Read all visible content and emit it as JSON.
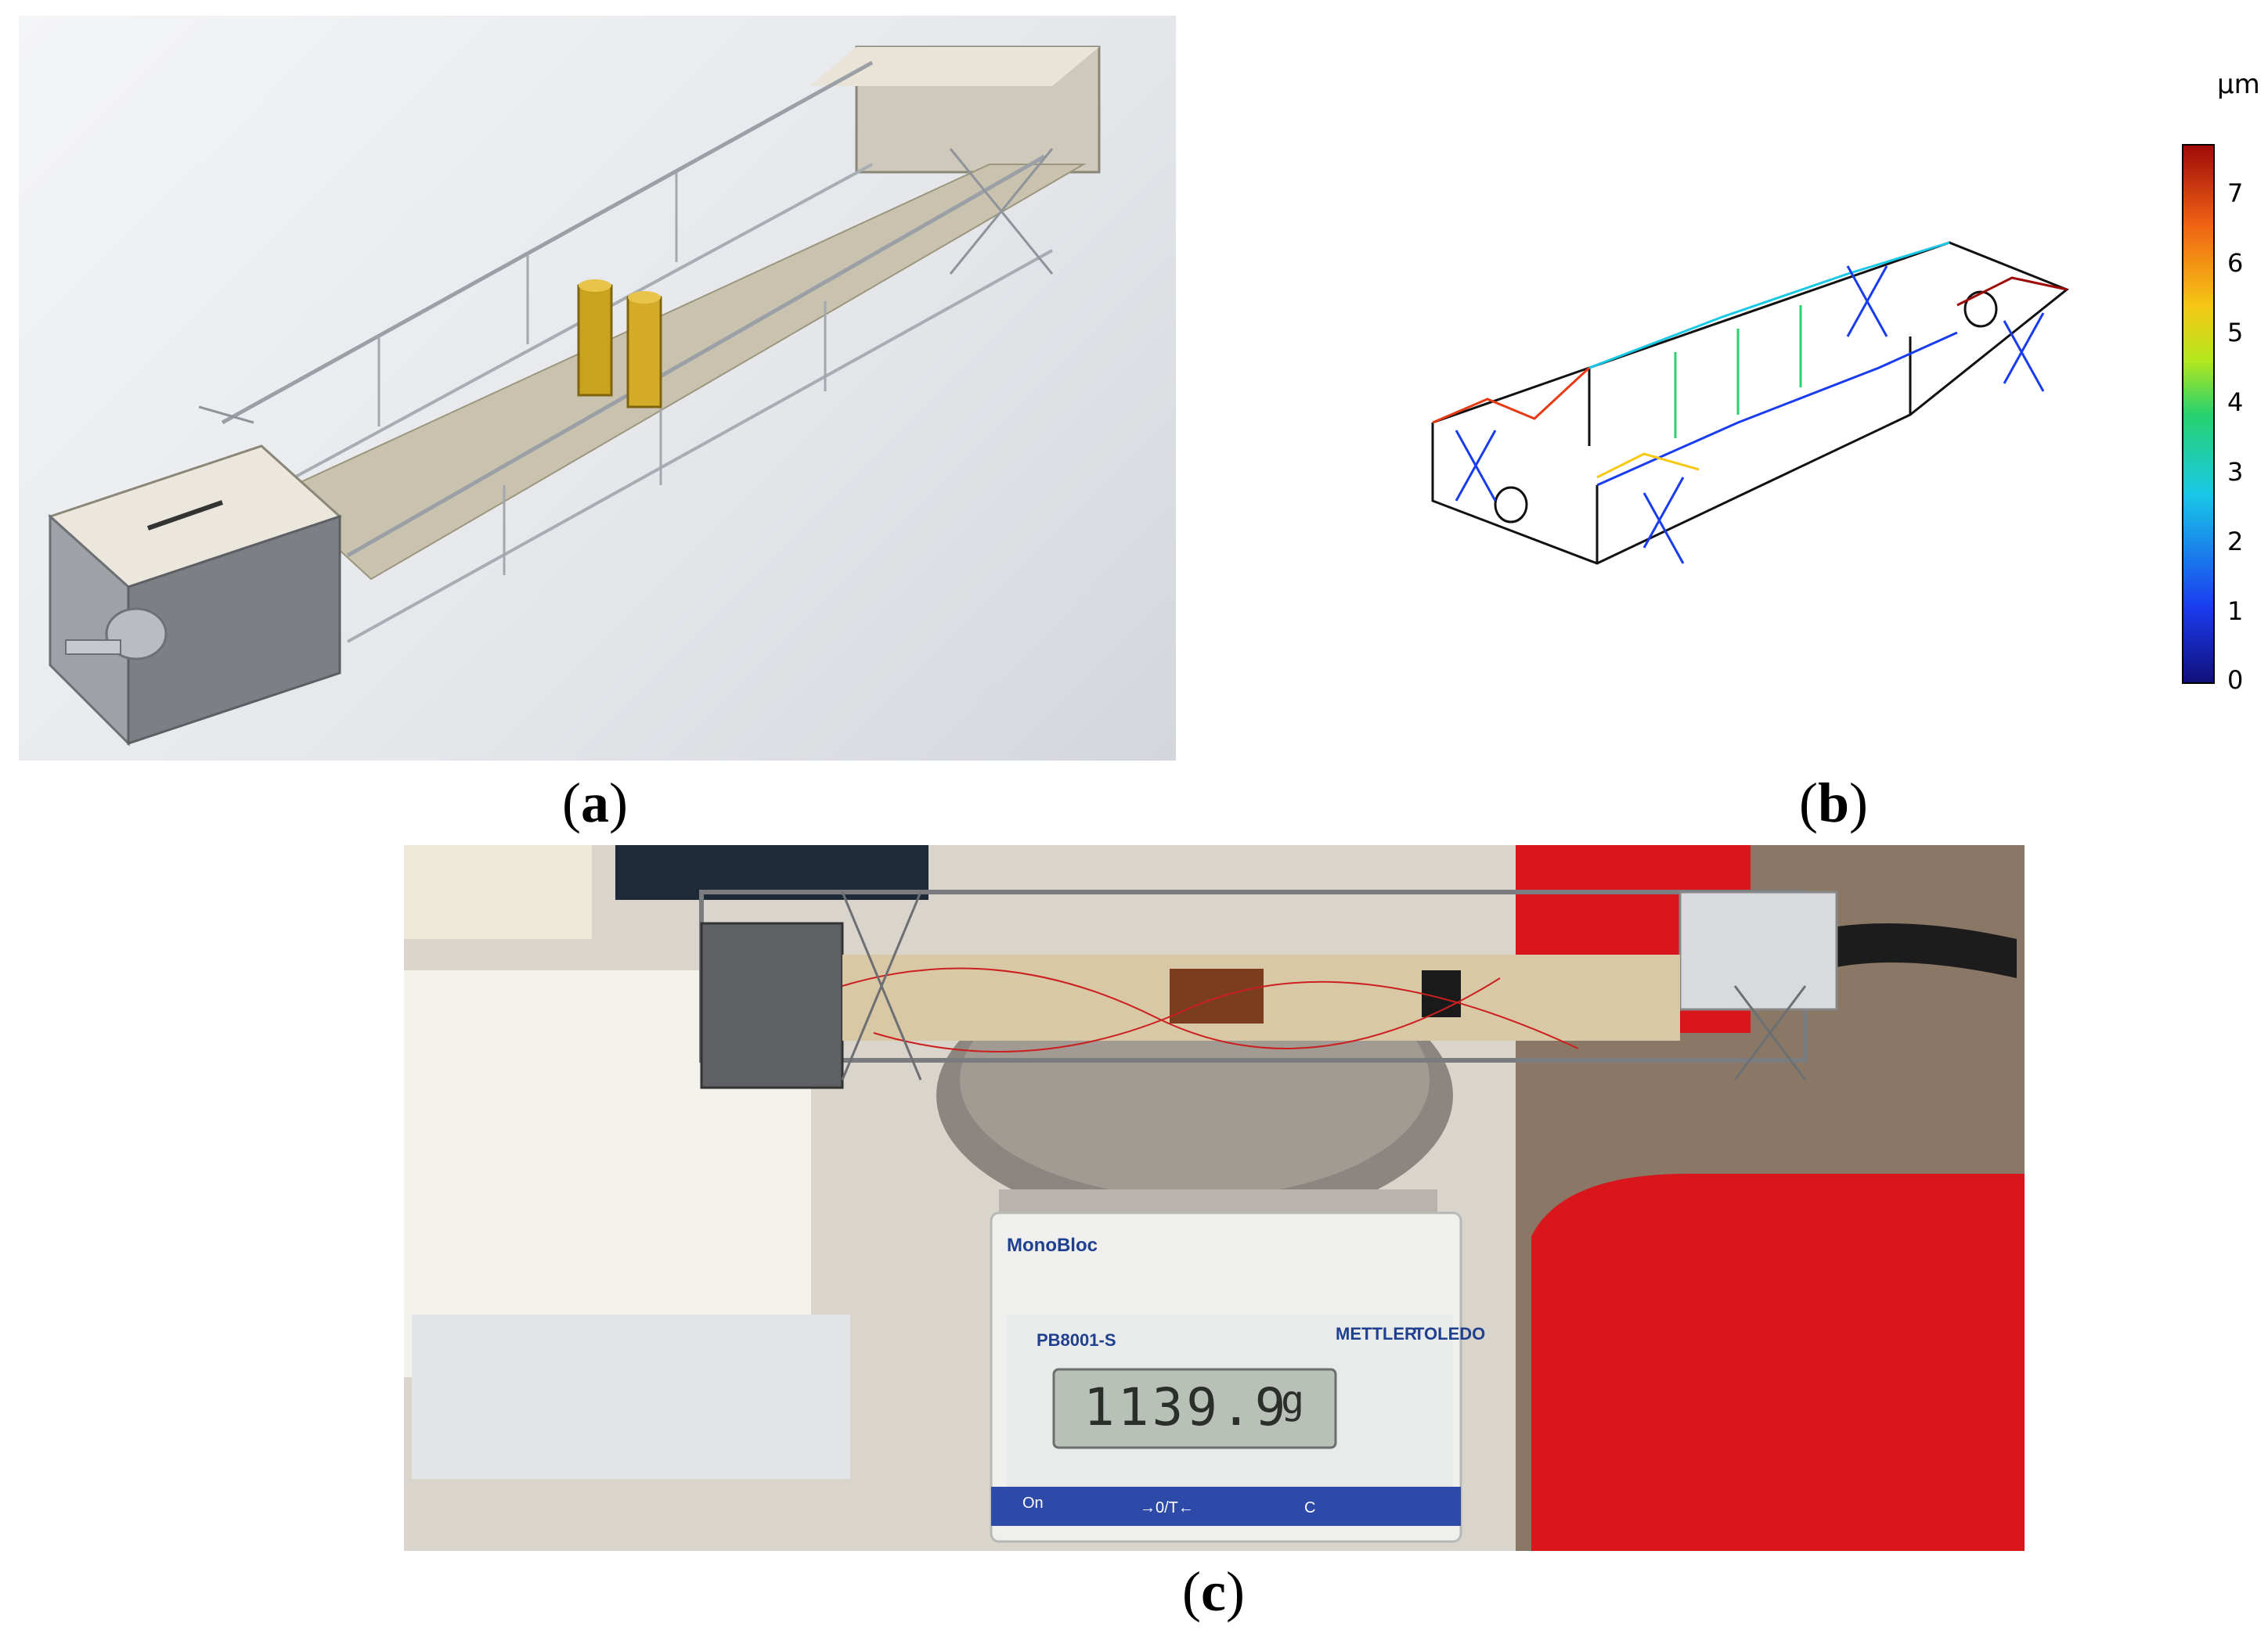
{
  "panels": {
    "a": {
      "caption_open": "(",
      "caption_letter": "a",
      "caption_close": ")"
    },
    "b": {
      "caption_open": "(",
      "caption_letter": "b",
      "caption_close": ")"
    },
    "c": {
      "caption_open": "(",
      "caption_letter": "c",
      "caption_close": ")"
    }
  },
  "colorbar": {
    "unit": "µm",
    "ticks": [
      "0",
      "1",
      "2",
      "3",
      "4",
      "5",
      "6",
      "7"
    ],
    "colors": [
      "#10107a",
      "#1a3cf0",
      "#19c8e6",
      "#28d26e",
      "#b4e61e",
      "#f5c814",
      "#f06414",
      "#a00a0a"
    ]
  },
  "scale_device": {
    "brand": "MonoBloc",
    "model": "PB8001-S",
    "maker_left": "METTLER",
    "maker_right": "TOLEDO",
    "reading": "1139.9",
    "unit": "g",
    "keys": [
      "On",
      "→0/T←",
      "C"
    ]
  },
  "colors": {
    "background": "#ffffff",
    "render_bg": "#e9ebee",
    "chair_red": "#d9161c",
    "desk": "#d9d5cc"
  }
}
